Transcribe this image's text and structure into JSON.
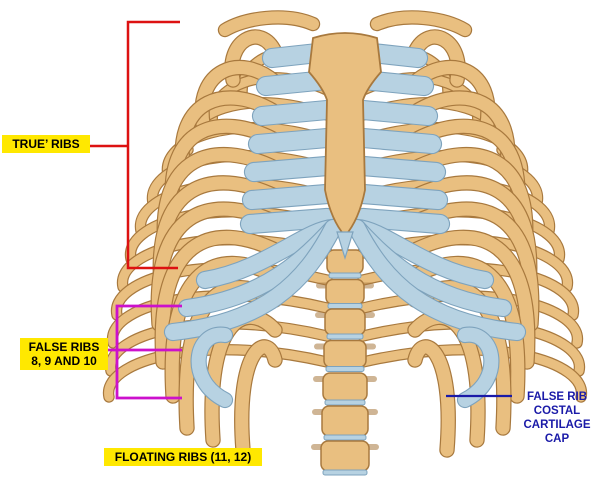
{
  "labels": {
    "true_ribs": "TRUE’ RIBS",
    "false_ribs": [
      "FALSE RIBS",
      "8, 9 AND 10"
    ],
    "floating_ribs": "FLOATING RIBS (11, 12)",
    "costal_cap": [
      "FALSE RIB",
      "COSTAL",
      "CARTILAGE",
      "CAP"
    ]
  },
  "colors": {
    "bone": "#e9bf80",
    "bone_dark": "#a8793e",
    "cartilage": "#b7d2e2",
    "cartilage_dark": "#7ea3bd",
    "true_ribs_bracket": "#dd1111",
    "false_ribs_bracket": "#cc11cc",
    "costal_cap_pointer": "#1a1aa8",
    "label_highlight": "#ffe800"
  }
}
